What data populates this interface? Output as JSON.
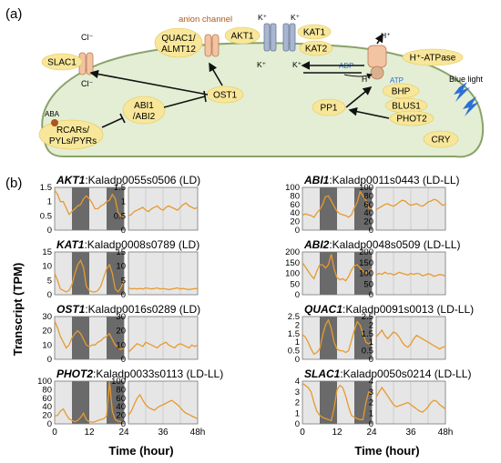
{
  "panel_a": {
    "label": "(a)",
    "anion_channel": "anion channel",
    "cl_minus": "Cl⁻",
    "k_plus": "K⁺",
    "h_plus": "H⁺",
    "adp": "ADP",
    "atp": "ATP",
    "aba": "ABA",
    "blue_light": "Blue light",
    "nodes": {
      "slac1": "SLAC1",
      "quac1": [
        "QUAC1/",
        "ALMT12"
      ],
      "akt1": "AKT1",
      "kat1": "KAT1",
      "kat2": "KAT2",
      "h_atpase": "H⁺-ATPase",
      "ost1": "OST1",
      "abi": [
        "ABI1",
        "/ABI2"
      ],
      "rcar": [
        "RCARs/",
        "PYLs/PYRs"
      ],
      "pp1": "PP1",
      "bhp": "BHP",
      "blus1": "BLUS1",
      "phot2": "PHOT2",
      "cry": "CRY"
    },
    "colors": {
      "cell_fill": "#e3eed4",
      "cell_stroke": "#8aa36a",
      "node_fill": "#f8e79a",
      "channel_fill": "#f3c4a1",
      "k_channel_fill": "#a9b6cf",
      "aba_dot": "#b0531c",
      "bolt": "#2b6fd6"
    }
  },
  "panel_b": {
    "label": "(b)",
    "ylabel": "Transcript (TPM)",
    "xlabel": "Time (hour)",
    "x_ticks": [
      "0",
      "12",
      "24",
      "36",
      "48h"
    ],
    "colors": {
      "line": "#e79a2f",
      "dark": "#6a6a6a",
      "light_bg": "#e6e6e6"
    }
  },
  "chart_data": [
    {
      "type": "line",
      "gene": "AKT1",
      "id": ":Kaladp0055s0506 (LD)",
      "ylim": [
        0,
        1.5
      ],
      "yticks": [
        "0",
        "0.5",
        "1",
        "1.5"
      ],
      "yvals": [
        0,
        0.5,
        1,
        1.5
      ],
      "ld": [
        1.4,
        1.25,
        1.0,
        1.0,
        0.78,
        0.55,
        0.65,
        0.75,
        0.85,
        0.9,
        1.1,
        1.2,
        1.1,
        0.95,
        0.75,
        0.75,
        0.85,
        0.9,
        1.0,
        1.05,
        1.25,
        1.1,
        0.6,
        0.5,
        0.45
      ],
      "ll": [
        0.5,
        0.55,
        0.65,
        0.7,
        0.75,
        0.8,
        0.7,
        0.65,
        0.75,
        0.8,
        0.85,
        0.75,
        0.7,
        0.8,
        0.85,
        0.8,
        0.75,
        0.7,
        0.8,
        0.9,
        0.95,
        0.85,
        0.8,
        0.75,
        0.8
      ]
    },
    {
      "type": "line",
      "gene": "ABI1",
      "id": ":Kaladp0011s0443 (LD-LL)",
      "ylim": [
        0,
        100
      ],
      "yticks": [
        "0",
        "20",
        "40",
        "60",
        "80",
        "100"
      ],
      "yvals": [
        0,
        20,
        40,
        60,
        80,
        100
      ],
      "ld": [
        35,
        38,
        36,
        34,
        30,
        40,
        48,
        60,
        78,
        80,
        68,
        56,
        44,
        38,
        36,
        34,
        30,
        36,
        52,
        65,
        90,
        80,
        70,
        52,
        48
      ],
      "ll": [
        48,
        52,
        56,
        60,
        62,
        58,
        56,
        60,
        65,
        70,
        68,
        62,
        58,
        60,
        62,
        58,
        56,
        60,
        66,
        68,
        72,
        70,
        64,
        58,
        60
      ]
    },
    {
      "type": "line",
      "gene": "KAT1",
      "id": ":Kaladp0008s0789 (LD)",
      "ylim": [
        0,
        15
      ],
      "yticks": [
        "0",
        "5",
        "10",
        "15"
      ],
      "yvals": [
        0,
        5,
        10,
        15
      ],
      "ld": [
        7.5,
        5.0,
        2.0,
        1.5,
        1.0,
        1.5,
        3.5,
        7.5,
        10.5,
        12.0,
        9.5,
        3.0,
        1.5,
        1.0,
        1.0,
        1.5,
        3.0,
        6.0,
        9.0,
        10.5,
        7.5,
        2.0,
        1.0,
        2.5,
        5.0
      ],
      "ll": [
        2.5,
        2.0,
        2.2,
        2.0,
        2.2,
        2.0,
        2.4,
        2.2,
        2.0,
        2.2,
        2.4,
        2.0,
        2.2,
        2.0,
        1.8,
        2.0,
        2.2,
        2.4,
        2.0,
        2.2,
        2.0,
        1.8,
        2.0,
        2.2,
        2.0
      ]
    },
    {
      "type": "line",
      "gene": "ABI2",
      "id": ":Kaladp0048s0509 (LD-LL)",
      "ylim": [
        0,
        200
      ],
      "yticks": [
        "0",
        "50",
        "100",
        "150",
        "200"
      ],
      "yvals": [
        0,
        50,
        100,
        150,
        200
      ],
      "ld": [
        150,
        130,
        110,
        90,
        75,
        110,
        140,
        140,
        125,
        140,
        190,
        120,
        80,
        70,
        75,
        65,
        85,
        115,
        135,
        140,
        125,
        110,
        100,
        110,
        120
      ],
      "ll": [
        92,
        100,
        95,
        105,
        98,
        100,
        92,
        98,
        105,
        100,
        96,
        92,
        100,
        95,
        100,
        98,
        88,
        92,
        98,
        94,
        86,
        90,
        95,
        92,
        88
      ]
    },
    {
      "type": "line",
      "gene": "OST1",
      "id": ":Kaladp0016s0289 (LD)",
      "ylim": [
        0,
        30
      ],
      "yticks": [
        "0",
        "10",
        "20",
        "30"
      ],
      "yvals": [
        0,
        10,
        20,
        30
      ],
      "ld": [
        27,
        22,
        16,
        12,
        8,
        10,
        15,
        18,
        20,
        18,
        14,
        10,
        9,
        10,
        10,
        12,
        13,
        15,
        16,
        18,
        14,
        10,
        8,
        7,
        8
      ],
      "ll": [
        5,
        7,
        9,
        11,
        10,
        9,
        12,
        11,
        10,
        9,
        8,
        10,
        11,
        12,
        10,
        9,
        8,
        10,
        11,
        10,
        9,
        8,
        10,
        9,
        10
      ]
    },
    {
      "type": "line",
      "gene": "QUAC1",
      "id": ":Kaladp0091s0013 (LD-LL)",
      "ylim": [
        0,
        2.5
      ],
      "yticks": [
        "0",
        "0.5",
        "1",
        "1.5",
        "2",
        "2.5"
      ],
      "yvals": [
        0,
        0.5,
        1,
        1.5,
        2,
        2.5
      ],
      "ld": [
        1.45,
        1.3,
        1.0,
        0.6,
        0.3,
        0.4,
        0.6,
        1.4,
        2.0,
        2.3,
        1.8,
        1.0,
        0.6,
        0.5,
        0.5,
        0.4,
        0.5,
        1.1,
        1.7,
        2.2,
        2.0,
        1.5,
        1.0,
        0.9,
        1.0
      ],
      "ll": [
        1.3,
        1.5,
        1.7,
        1.4,
        1.2,
        1.4,
        1.6,
        1.5,
        1.3,
        1.0,
        0.8,
        0.7,
        0.9,
        1.2,
        1.4,
        1.3,
        1.2,
        1.1,
        1.0,
        0.9,
        0.8,
        0.7,
        0.6,
        0.7,
        0.75
      ]
    },
    {
      "type": "line",
      "gene": "PHOT2",
      "id": ":Kaladp0033s0113 (LD-LL)",
      "ylim": [
        0,
        100
      ],
      "yticks": [
        "0",
        "20",
        "40",
        "60",
        "80",
        "100"
      ],
      "yvals": [
        0,
        20,
        40,
        60,
        80,
        100
      ],
      "ld": [
        18,
        20,
        30,
        35,
        22,
        12,
        8,
        5,
        8,
        15,
        25,
        10,
        5,
        4,
        5,
        8,
        10,
        12,
        18,
        98,
        30,
        10,
        6,
        5,
        4
      ],
      "ll": [
        20,
        30,
        45,
        60,
        68,
        55,
        45,
        38,
        35,
        32,
        38,
        42,
        45,
        48,
        52,
        55,
        50,
        45,
        38,
        30,
        25,
        22,
        18,
        15,
        12
      ]
    },
    {
      "type": "line",
      "gene": "SLAC1",
      "id": ":Kaladp0050s0214 (LD-LL)",
      "ylim": [
        0,
        4
      ],
      "yticks": [
        "0",
        "1",
        "2",
        "3",
        "4"
      ],
      "yvals": [
        0,
        1,
        2,
        3,
        4
      ],
      "ld": [
        3.8,
        3.6,
        3.4,
        3.0,
        2.0,
        1.2,
        0.8,
        0.6,
        0.5,
        0.4,
        0.3,
        1.5,
        3.2,
        3.6,
        3.4,
        2.6,
        1.6,
        0.8,
        0.6,
        0.5,
        0.4,
        0.4,
        2.0,
        3.0,
        2.8
      ],
      "ll": [
        2.5,
        3.0,
        3.4,
        3.0,
        2.6,
        2.2,
        1.8,
        1.6,
        1.7,
        1.8,
        1.9,
        2.0,
        1.8,
        1.6,
        1.4,
        1.2,
        1.1,
        1.3,
        1.6,
        2.0,
        2.2,
        2.1,
        1.8,
        1.6,
        1.4
      ]
    }
  ]
}
